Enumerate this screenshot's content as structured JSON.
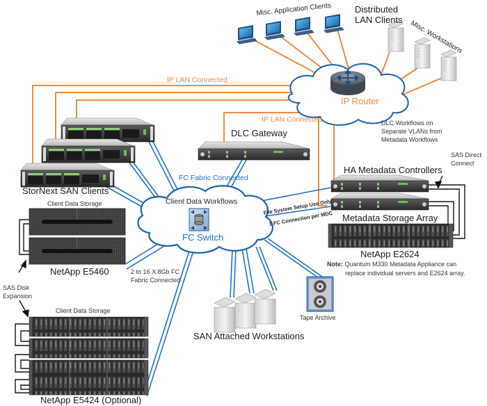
{
  "colors": {
    "lan_line": "#f08a3c",
    "fc_line": "#1e6fc8",
    "sas_line": "#111111",
    "cloud_stroke": "#1b5faa",
    "router_label": "#f08a3c",
    "switch_label": "#1e6fc8"
  },
  "labels": {
    "misc_app_clients": "Misc. Application Clients",
    "distributed_lan_clients_1": "Distributed",
    "distributed_lan_clients_2": "LAN Clients",
    "misc_workstations": "Misc. Workstations",
    "ip_lan_connected_top": "IP LAN Connected",
    "ip_router": "IP Router",
    "ip_lan_connected_mid": "IP LAN Connected",
    "dlc_gateway": "DLC Gateway",
    "dlc_note_1": "DLC Workflows on",
    "dlc_note_2": "Separate VLANs from",
    "dlc_note_3": "Metadata Workflows",
    "sas_direct_1": "SAS Direct",
    "sas_direct_2": "Connect",
    "stornext_san_clients": "StorNext SAN Clients",
    "fc_fabric_connected": "FC Fabric Connected",
    "client_data_workflows": "Client Data Workflows",
    "fc_switch": "FC Switch",
    "ha_metadata_controllers": "HA Metadata Controllers",
    "fs_setup_use_only": "File System Setup Use Only",
    "fc_connection_per_mdc": "1 FC Connection per MDC",
    "metadata_storage_array": "Metadata Storage Array",
    "netapp_e2624": "NetApp E2624",
    "note_prefix": "Note:",
    "note_text_1": "Quantum M330 Metadata Appliance can",
    "note_text_2": "replace individual servers and E2624 array.",
    "client_data_storage_1": "Client Data Storage",
    "netapp_e5460": "NetApp E5460",
    "fc_2to16_1": "2 to 16 X 8Gb FC",
    "fc_2to16_2": "Fabric Connected",
    "sas_disk_1": "SAS Disk",
    "sas_disk_2": "Expansion",
    "client_data_storage_2": "Client Data Storage",
    "netapp_e5424": "NetApp E5424 (Optional)",
    "san_attached_workstations": "SAN Attached Workstations",
    "tape_archive": "Tape Archive"
  },
  "icons": {
    "laptops": [
      "laptop-icon",
      "laptop-icon",
      "laptop-icon",
      "laptop-icon"
    ],
    "workstations_lan": [
      "tower-workstation-icon",
      "tower-workstation-icon",
      "tower-workstation-icon"
    ],
    "router": "router-icon",
    "fc_switch": "fc-switch-icon",
    "san_clients": [
      "rack-server-icon",
      "rack-server-icon",
      "rack-server-icon"
    ],
    "dlc_gateway": "rack-server-icon",
    "mdc": [
      "rack-server-icon",
      "rack-server-icon"
    ],
    "storage_e2624": "disk-array-icon",
    "storage_e5460": [
      "disk-shelf-icon",
      "disk-shelf-icon"
    ],
    "storage_e5424": [
      "disk-array-icon",
      "disk-array-icon",
      "disk-array-icon",
      "disk-array-icon"
    ],
    "san_workstations": [
      "tower-workstation-icon",
      "tower-workstation-icon",
      "tower-workstation-icon"
    ],
    "tape": "tape-archive-icon"
  }
}
